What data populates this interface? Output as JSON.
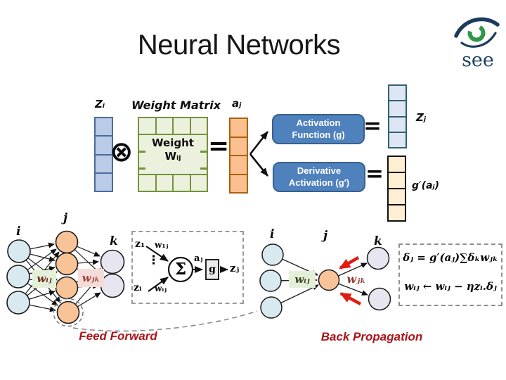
{
  "title": "Neural Networks",
  "logo": {
    "text": "see"
  },
  "symbols": {
    "equals": "=",
    "otimes": "⊗"
  },
  "matrix_flow": {
    "zi_label": "Zᵢ",
    "weight_matrix_label": "Weight Matrix",
    "matrix_line1": "Weight",
    "matrix_line2": "Wᵢⱼ",
    "aj_label": "aⱼ",
    "activation_line1": "Activation",
    "activation_line2": "Function (g)",
    "derivative_line1": "Derivative",
    "derivative_line2": "Activation (g′)",
    "zj_label": "Zⱼ",
    "gaj_label": "g′(aⱼ)"
  },
  "feed_forward": {
    "caption": "Feed Forward",
    "layer_i_label": "i",
    "layer_j_label": "j",
    "layer_k_label": "k",
    "wij_label": "wᵢⱼ",
    "wjk_label": "wⱼₖ",
    "detail": {
      "z1": "z₁",
      "w1j": "w₁ⱼ",
      "dots": "⋮",
      "zi": "zᵢ",
      "wij": "wᵢⱼ",
      "sum": "Σ",
      "aj": "aⱼ",
      "g": "g",
      "zj": "zⱼ"
    }
  },
  "back_propagation": {
    "caption": "Back Propagation",
    "layer_i_label": "i",
    "layer_j_label": "j",
    "layer_k_label": "k",
    "wij_label": "wᵢⱼ",
    "wjk_label": "wⱼₖ",
    "formula_line1": "δⱼ = g′(aⱼ)∑δₖwⱼₖ",
    "formula_line2": "wᵢⱼ ← wᵢⱼ − ηzᵢ.δⱼ"
  },
  "colors": {
    "caption_red": "#aa1419",
    "function_box_blue": "#4f81bd",
    "vector_blue_fill": "#b9cbe6",
    "vector_orange_fill": "#fbc08f",
    "vector_result_blue_fill": "#dde7f3",
    "vector_cream_fill": "#feeed2",
    "matrix_green_fill": "#ebf1dd",
    "matrix_green_border": "#76923c",
    "node_i_fill": "#d8e9f0",
    "node_j_fill": "#f8c397",
    "node_k_fill": "#e7e5ef",
    "wij_pill_green": "#e4efd8",
    "wjk_pill_pink": "#f6dcd8",
    "red_arrow": "#e21b12"
  }
}
